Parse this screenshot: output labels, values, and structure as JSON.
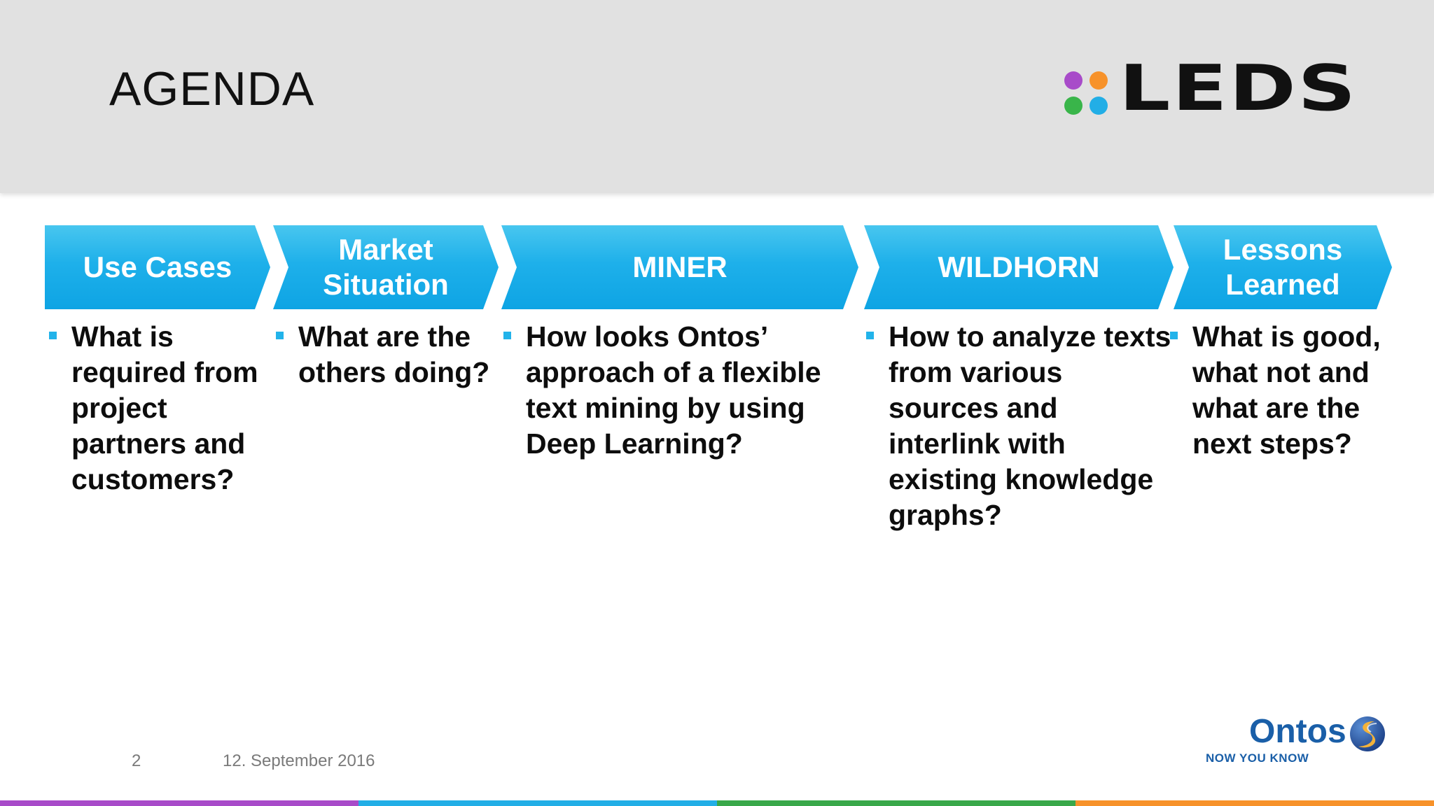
{
  "slide": {
    "title": "AGENDA",
    "logo_text": "LEDS",
    "logo_dot_colors": [
      "#a84bc9",
      "#f7922a",
      "#39b54a",
      "#22aee6"
    ],
    "page_number": "2",
    "date": "12. September 2016"
  },
  "steps": [
    {
      "label": "Use Cases",
      "question": "What is required from project partners and customers?"
    },
    {
      "label": "Market\nSituation",
      "question": "What are the others doing?"
    },
    {
      "label": "MINER",
      "question": "How looks Ontos’ approach of a flexible text mining by using Deep Learning?"
    },
    {
      "label": "WILDHORN",
      "question": "How to analyze texts from various sources and interlink with existing knowledge graphs?"
    },
    {
      "label": "Lessons\nLearned",
      "question": "What is good, what not and what are the next steps?"
    }
  ],
  "ontos": {
    "name": "Ontos",
    "tagline": "NOW YOU KNOW"
  },
  "colors": {
    "step_blue": "#1eb0ea",
    "bullet_blue": "#22b3ea",
    "ontos_blue": "#1a5fa8",
    "bottom_bar": [
      "#a84bc9",
      "#22aee6",
      "#39a84a",
      "#f7922a"
    ]
  }
}
